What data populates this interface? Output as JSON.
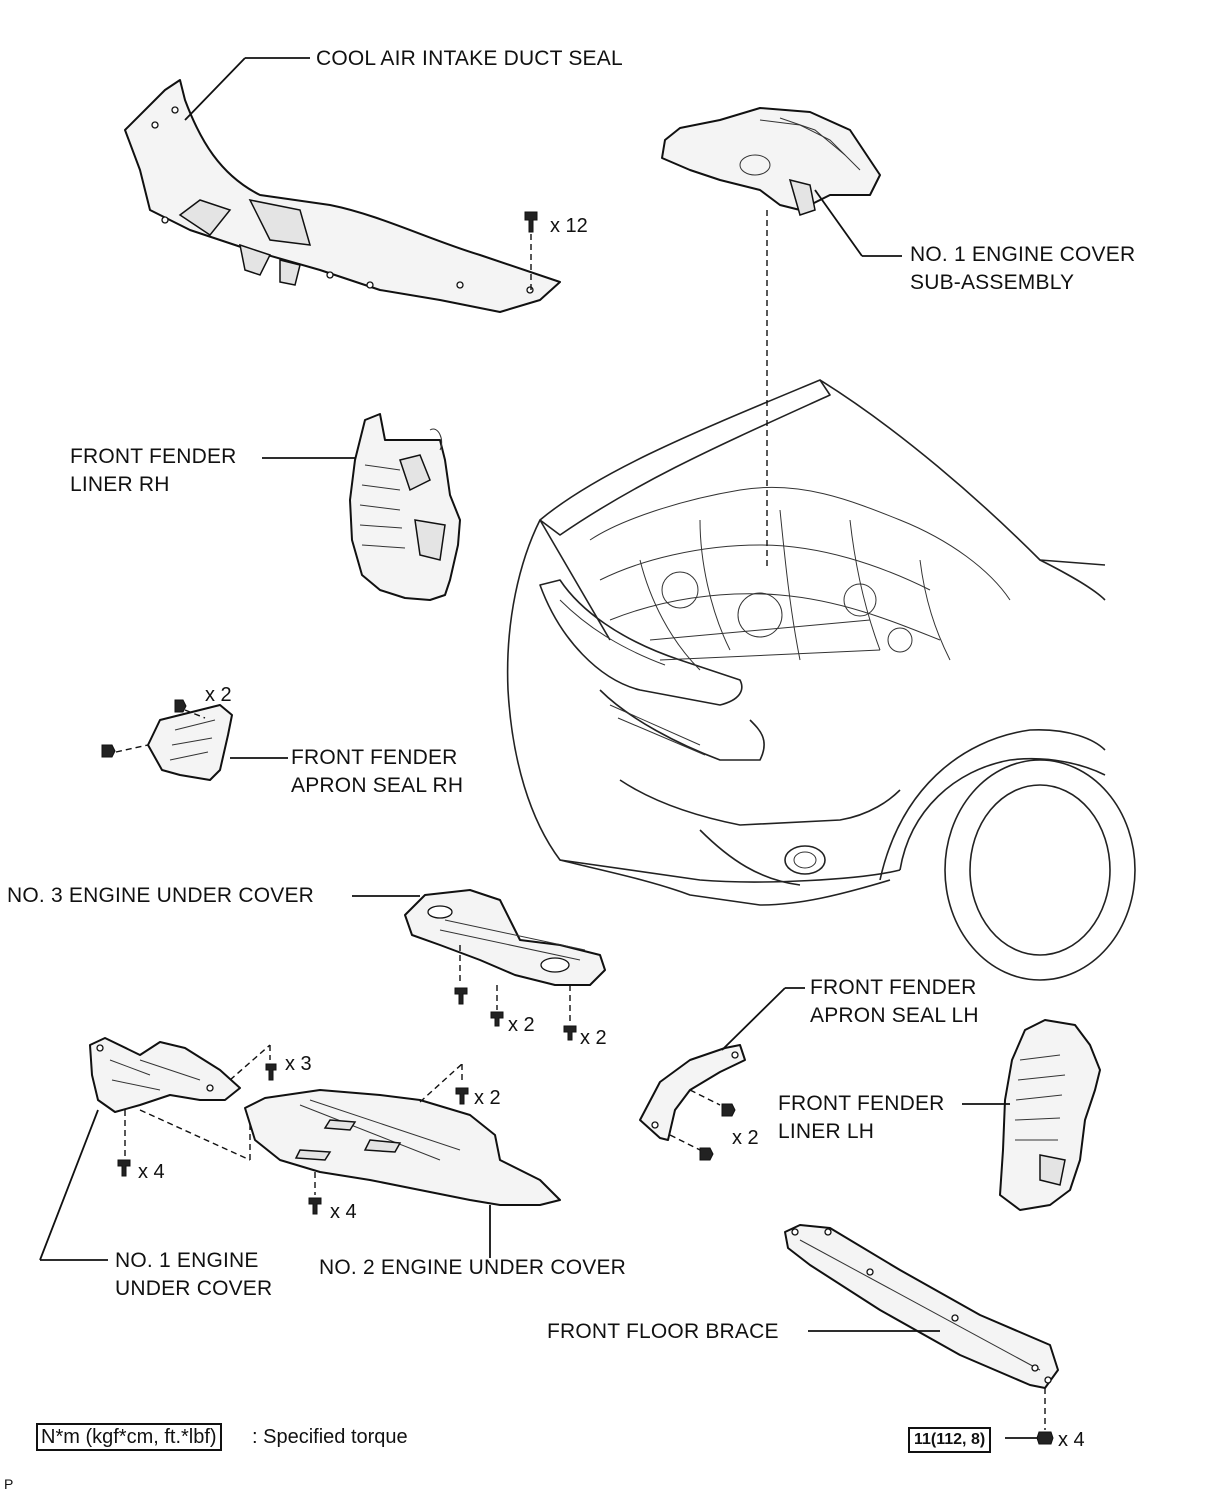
{
  "labels": {
    "cool_air_intake_duct_seal": "COOL AIR INTAKE DUCT SEAL",
    "no1_engine_cover_line1": "NO. 1 ENGINE COVER",
    "no1_engine_cover_line2": "SUB-ASSEMBLY",
    "front_fender_liner_rh_line1": "FRONT FENDER",
    "front_fender_liner_rh_line2": "LINER RH",
    "front_fender_apron_seal_rh_line1": "FRONT FENDER",
    "front_fender_apron_seal_rh_line2": "APRON SEAL RH",
    "no3_engine_under_cover": "NO. 3 ENGINE UNDER COVER",
    "front_fender_apron_seal_lh_line1": "FRONT FENDER",
    "front_fender_apron_seal_lh_line2": "APRON SEAL LH",
    "front_fender_liner_lh_line1": "FRONT FENDER",
    "front_fender_liner_lh_line2": "LINER LH",
    "no1_engine_under_cover_line1": "NO. 1 ENGINE",
    "no1_engine_under_cover_line2": "UNDER COVER",
    "no2_engine_under_cover": "NO. 2 ENGINE UNDER COVER",
    "front_floor_brace": "FRONT FLOOR BRACE"
  },
  "quantities": {
    "duct_seal_clips": "x 12",
    "apron_seal_rh_clips": "x 2",
    "no3_cover_bolts_a": "x 2",
    "no3_cover_bolts_b": "x 2",
    "no1_under_cover_clips_top": "x 3",
    "no2_under_cover_clips_top": "x 2",
    "no1_under_cover_clips_bottom": "x 4",
    "no2_under_cover_clips_bottom": "x 4",
    "apron_seal_lh_clips": "x 2",
    "floor_brace_nuts": "x 4"
  },
  "torque": {
    "floor_brace_value": "11(112, 8)"
  },
  "legend": {
    "box_text": "N*m (kgf*cm, ft.*lbf)",
    "description": ": Specified torque"
  },
  "figure_code": "P"
}
